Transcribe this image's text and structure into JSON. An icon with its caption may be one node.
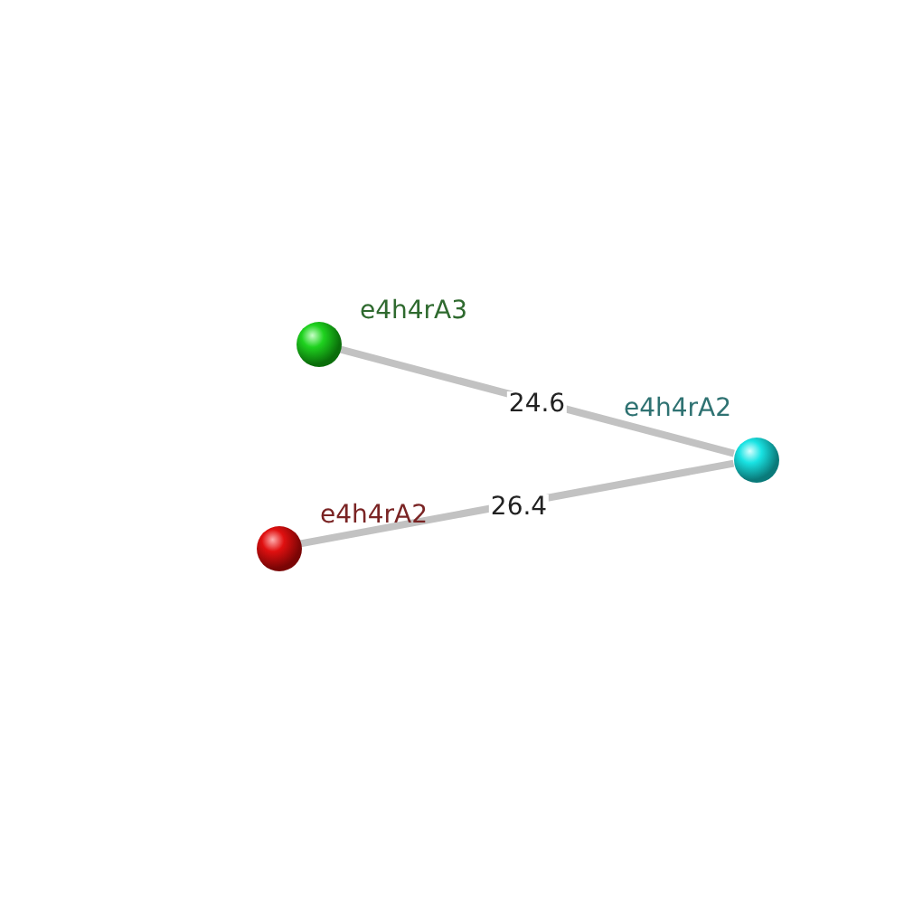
{
  "diagram": {
    "nodes": [
      {
        "text": [],
        "shape": "circle",
        "beside": [
          "e4h4rA3"
        ]
      },
      {
        "text": [],
        "shape": "circle",
        "beside": [
          "e4h4rA2"
        ]
      },
      {
        "text": [],
        "shape": "circle",
        "beside": [
          "e4h4rA2"
        ]
      }
    ],
    "edges": [
      {
        "from": 0,
        "to": 1,
        "arrow": "none",
        "label": "24.6"
      },
      {
        "from": 2,
        "to": 1,
        "arrow": "none",
        "label": "26.4"
      }
    ]
  }
}
